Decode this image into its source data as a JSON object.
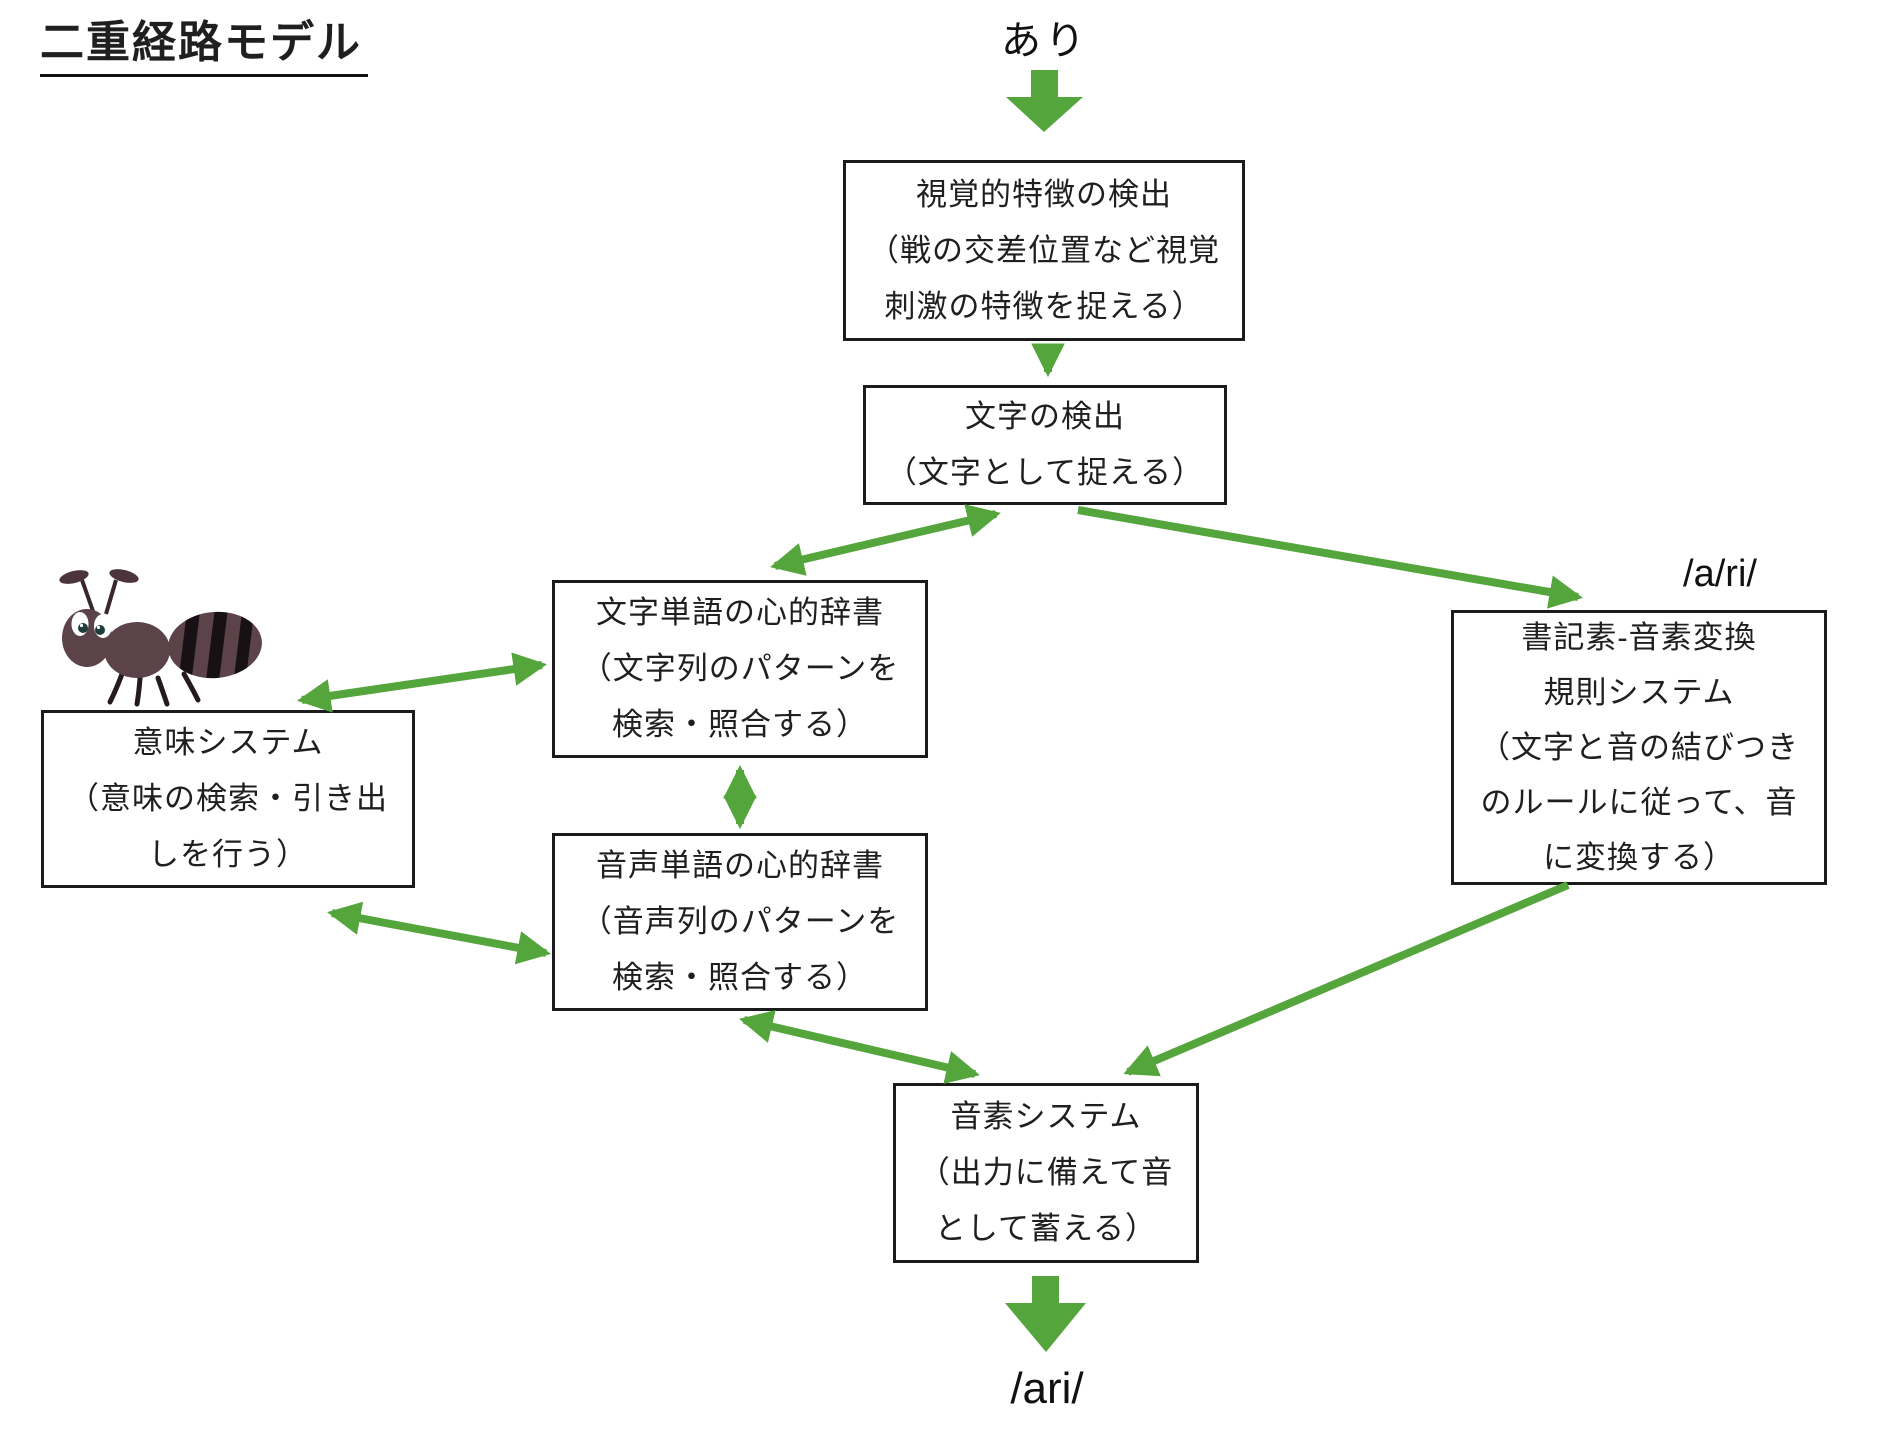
{
  "title": "二重経路モデル",
  "labels": {
    "input_word": "あり",
    "route_phonics_label": "/a/ri/",
    "output": "/ari/"
  },
  "nodes": {
    "visual_features": {
      "lines": [
        "視覚的特徴の検出",
        "（戦の交差位置など視覚",
        "刺激の特徴を捉える）"
      ]
    },
    "letter_detection": {
      "lines": [
        "文字の検出",
        "（文字として捉える）"
      ]
    },
    "orthographic_lexicon": {
      "lines": [
        "文字単語の心的辞書",
        "（文字列のパターンを",
        "検索・照合する）"
      ]
    },
    "phonological_lexicon": {
      "lines": [
        "音声単語の心的辞書",
        "（音声列のパターンを",
        "検索・照合する）"
      ]
    },
    "semantic_system": {
      "lines": [
        "意味システム",
        "（意味の検索・引き出",
        "しを行う）"
      ]
    },
    "gpc_rule_system": {
      "lines": [
        "書記素-音素変換",
        "規則システム",
        "（文字と音の結びつき",
        "のルールに従って、音",
        "に変換する）"
      ]
    },
    "phoneme_system": {
      "lines": [
        "音素システム",
        "（出力に備えて音",
        "として蓄える）"
      ]
    }
  },
  "icons": {
    "ant": "ant-illustration",
    "input_arrow": "down-block-arrow",
    "output_arrow": "down-block-arrow"
  },
  "colors": {
    "arrow_green": "#54a53c",
    "box_border": "#1b1b1b",
    "text": "#1f1f1f",
    "ant_body": "#5c4349",
    "ant_stripe": "#171115"
  }
}
